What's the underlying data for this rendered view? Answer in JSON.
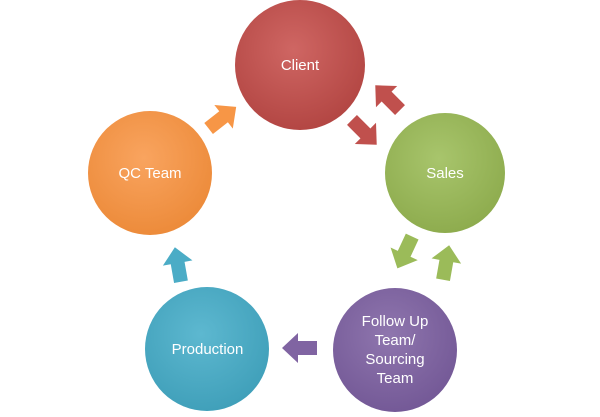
{
  "nodes": [
    {
      "id": "client",
      "label": "Client",
      "color": "#c0504d"
    },
    {
      "id": "sales",
      "label": "Sales",
      "color": "#9bbb59"
    },
    {
      "id": "followup",
      "label": "Follow Up\nTeam/\nSourcing\nTeam",
      "color": "#8064a2"
    },
    {
      "id": "production",
      "label": "Production",
      "color": "#4bacc6"
    },
    {
      "id": "qc",
      "label": "QC Team",
      "color": "#f79646"
    }
  ],
  "edges": [
    {
      "from": "client",
      "to": "sales",
      "color": "#c0504d"
    },
    {
      "from": "sales",
      "to": "client",
      "color": "#c0504d"
    },
    {
      "from": "sales",
      "to": "followup",
      "color": "#9bbb59"
    },
    {
      "from": "followup",
      "to": "sales",
      "color": "#9bbb59"
    },
    {
      "from": "followup",
      "to": "production",
      "color": "#8064a2"
    },
    {
      "from": "production",
      "to": "qc",
      "color": "#4bacc6"
    },
    {
      "from": "qc",
      "to": "client",
      "color": "#f79646"
    }
  ]
}
